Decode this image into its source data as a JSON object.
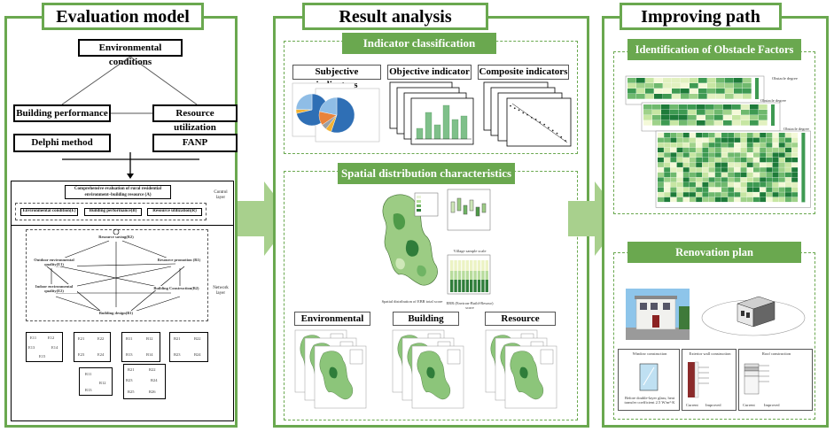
{
  "columns": {
    "evaluation": {
      "title": "Evaluation model",
      "env_conditions": "Environmental conditions",
      "building_performance": "Building performance",
      "resource_utilization": "Resource utilization",
      "delphi": "Delphi method",
      "fanp": "FANP",
      "network": {
        "goal": "Comprehensive evaluation of rural residential environment–building resource (A)",
        "control_layer": "Control layer",
        "network_layer": "Network layer",
        "c1": "Environmental condition(E)",
        "c2": "Building performance(B)",
        "c3": "Resource utilization(R)",
        "n_resource_saving": "Resource saving(R2)",
        "n_outdoor": "Outdoor environmental quality(E1)",
        "n_resource_promotion": "Resource promotion (R1)",
        "n_indoor": "Indoor environmental quality(E2)",
        "n_construction": "Building Construction(B2)",
        "n_design": "Building design(B1)",
        "clusters": [
          [
            "E11",
            "E12",
            "E13",
            "E14",
            "E15"
          ],
          [
            "E21",
            "E22",
            "E23",
            "E24"
          ],
          [
            "B11",
            "B12",
            "B13",
            "B14"
          ],
          [
            "B21",
            "B22",
            "B23",
            "B24"
          ],
          [
            "R11",
            "R12",
            "R13"
          ],
          [
            "R21",
            "R22",
            "R23",
            "R24",
            "R25",
            "R26"
          ]
        ]
      }
    },
    "result": {
      "title": "Result analysis",
      "indicator_classification": "Indicator classification",
      "subjective": "Subjective indicators",
      "objective": "Objective indicator",
      "composite": "Composite indicators",
      "spatial": "Spatial distribution characteristics",
      "map_caption": "Spatial distribution of EBR total score",
      "boxplot_caption": "Village sample scale",
      "bar_caption": "EBR (Environ-Build-Resour) score",
      "environmental": "Environmental",
      "building": "Building",
      "resource": "Resource"
    },
    "improving": {
      "title": "Improving path",
      "obstacle": "Identification of Obstacle Factors",
      "heatmap_label": "Obstacle degree",
      "renovation": "Renovation plan",
      "window": "Window construction",
      "exterior_wall": "Exterior wall construction",
      "roof": "Roof construction",
      "window_note": "Before double-layer glass; heat transfer coefficient 2.5 W/m²·K",
      "before": "Current",
      "after": "Improved"
    }
  },
  "pie_data": {
    "type": "pie",
    "values": [
      71.2,
      4.2,
      24.6
    ],
    "values_b": [
      55.2,
      5.4,
      5.0,
      12.7,
      21.7
    ]
  },
  "bar_data": {
    "type": "bar",
    "values": [
      30,
      75,
      40,
      95,
      55,
      65
    ]
  },
  "scatter_data": {
    "type": "scatter",
    "x": [
      1,
      2,
      3,
      4,
      5,
      6,
      7,
      8,
      9,
      10,
      11,
      12,
      13,
      14
    ],
    "y": [
      95,
      90,
      86,
      80,
      76,
      70,
      66,
      60,
      55,
      48,
      42,
      36,
      28,
      20
    ]
  },
  "colors": {
    "accent": "#6aa84f",
    "arrow": "#a8d08d",
    "heat_dark": "#1e7b3a",
    "heat_light": "#f4f9d8"
  }
}
